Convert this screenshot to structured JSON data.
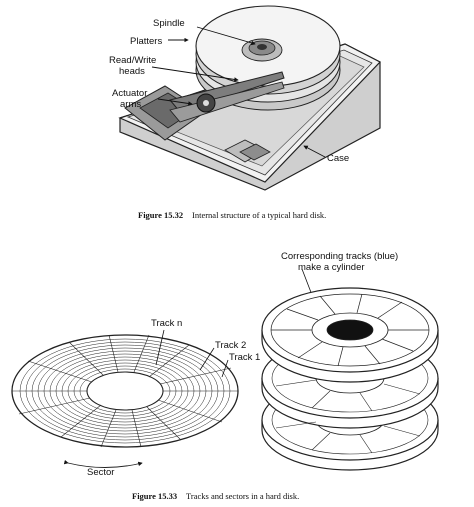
{
  "figure1": {
    "labels": {
      "spindle": "Spindle",
      "platters": "Platters",
      "rw_line1": "Read/Write",
      "rw_line2": "heads",
      "act_line1": "Actuator",
      "act_line2": "arms",
      "case": "Case"
    },
    "caption_number": "Figure 15.32",
    "caption_text": "Internal structure of a typical hard disk."
  },
  "figure2": {
    "labels": {
      "cyl_line1": "Corresponding tracks (blue)",
      "cyl_line2": "make a cylinder",
      "track_n": "Track n",
      "track_2": "Track 2",
      "track_1": "Track 1",
      "sector": "Sector"
    },
    "caption_number": "Figure 15.33",
    "caption_text": "Tracks and sectors in a hard disk."
  }
}
